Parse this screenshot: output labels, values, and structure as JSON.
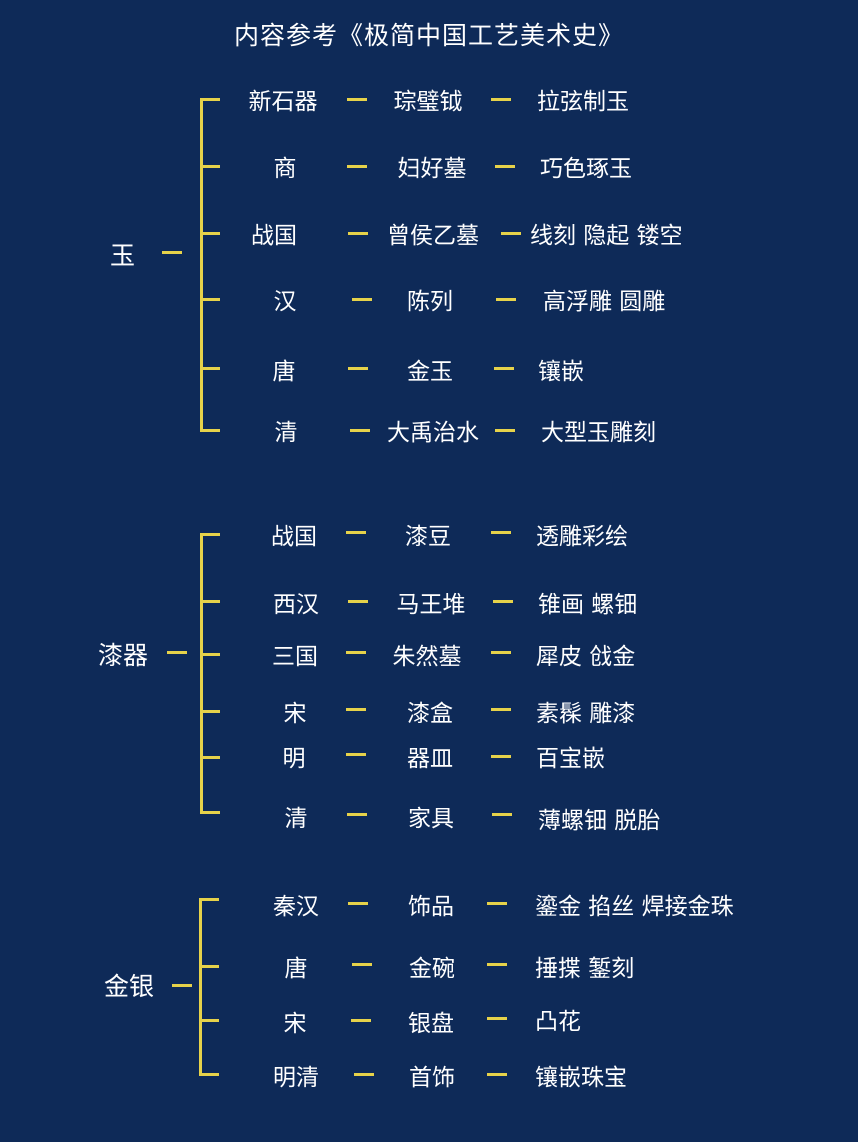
{
  "title": "内容参考《极简中国工艺美术史》",
  "colors": {
    "background": "#0e2a58",
    "connector": "#e6d24a",
    "text": "#ffffff"
  },
  "groups": [
    {
      "category": "玉",
      "rows": [
        {
          "period": "新石器",
          "item": "琮璧钺",
          "technique": "拉弦制玉"
        },
        {
          "period": "商",
          "item": "妇好墓",
          "technique": "巧色琢玉"
        },
        {
          "period": "战国",
          "item": "曾侯乙墓",
          "technique": "线刻 隐起 镂空"
        },
        {
          "period": "汉",
          "item": "陈列",
          "technique": "高浮雕 圆雕"
        },
        {
          "period": "唐",
          "item": "金玉",
          "technique": "镶嵌"
        },
        {
          "period": "清",
          "item": "大禹治水",
          "technique": "大型玉雕刻"
        }
      ]
    },
    {
      "category": "漆器",
      "rows": [
        {
          "period": "战国",
          "item": "漆豆",
          "technique": "透雕彩绘"
        },
        {
          "period": "西汉",
          "item": "马王堆",
          "technique": "锥画 螺钿"
        },
        {
          "period": "三国",
          "item": "朱然墓",
          "technique": "犀皮 戗金"
        },
        {
          "period": "宋",
          "item": "漆盒",
          "technique": "素髹 雕漆"
        },
        {
          "period": "明",
          "item": "器皿",
          "technique": "百宝嵌"
        },
        {
          "period": "清",
          "item": "家具",
          "technique": "薄螺钿 脱胎"
        }
      ]
    },
    {
      "category": "金银",
      "rows": [
        {
          "period": "秦汉",
          "item": "饰品",
          "technique": "鎏金 掐丝 焊接金珠"
        },
        {
          "period": "唐",
          "item": "金碗",
          "technique": "捶揲 錾刻"
        },
        {
          "period": "宋",
          "item": "银盘",
          "technique": "凸花"
        },
        {
          "period": "明清",
          "item": "首饰",
          "technique": "镶嵌珠宝"
        }
      ]
    }
  ]
}
